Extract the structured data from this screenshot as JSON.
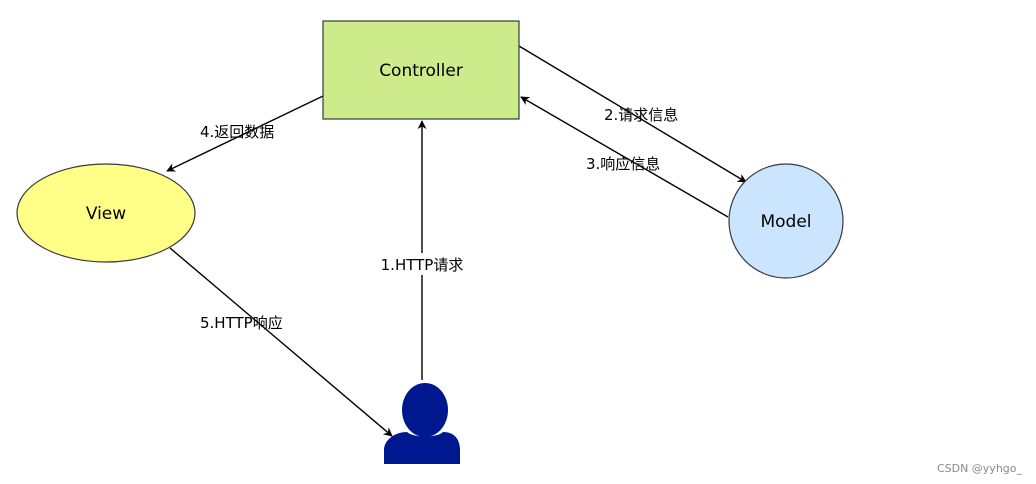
{
  "nodes": {
    "controller": {
      "label": "Controller",
      "fill": "#cdeb8b",
      "stroke": "#36393d"
    },
    "view": {
      "label": "View",
      "fill": "#ffff88",
      "stroke": "#36393d"
    },
    "model": {
      "label": "Model",
      "fill": "#cce5ff",
      "stroke": "#36393d"
    },
    "user": {
      "fill": "#00188f",
      "icon": "user-icon"
    }
  },
  "edges": {
    "http_request": {
      "label": "1.HTTP请求"
    },
    "request_info": {
      "label": "2.请求信息"
    },
    "response_info": {
      "label": "3.响应信息"
    },
    "return_data": {
      "label": "4.返回数据"
    },
    "http_response": {
      "label": "5.HTTP响应"
    }
  },
  "watermark": "CSDN @yyhgo_"
}
